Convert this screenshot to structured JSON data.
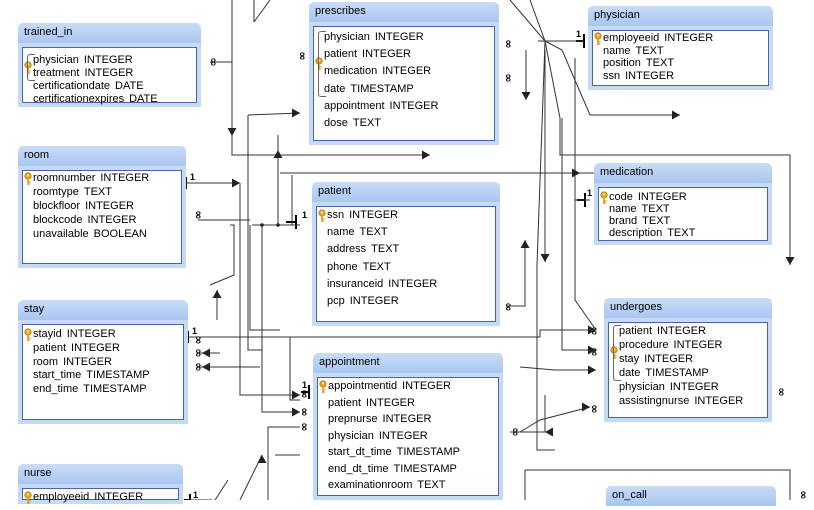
{
  "colors": {
    "accent": "#3e6aa8",
    "header": "#b7cff4",
    "key": "#f0a818"
  },
  "tables": [
    {
      "id": "trained_in",
      "name": "trained_in",
      "key_icon": "key-icon",
      "columns": [
        {
          "name": "physician",
          "type": "INTEGER",
          "pk": true
        },
        {
          "name": "treatment",
          "type": "INTEGER",
          "pk": true
        },
        {
          "name": "certificationdate",
          "type": "DATE",
          "pk": false
        },
        {
          "name": "certificationexpires",
          "type": "DATE",
          "pk": false
        }
      ]
    },
    {
      "id": "prescribes",
      "name": "prescribes",
      "key_icon": "key-icon",
      "columns": [
        {
          "name": "physician",
          "type": "INTEGER",
          "pk": true
        },
        {
          "name": "patient",
          "type": "INTEGER",
          "pk": true
        },
        {
          "name": "medication",
          "type": "INTEGER",
          "pk": true
        },
        {
          "name": "date",
          "type": "TIMESTAMP",
          "pk": true
        },
        {
          "name": "appointment",
          "type": "INTEGER",
          "pk": false
        },
        {
          "name": "dose",
          "type": "TEXT",
          "pk": false
        }
      ]
    },
    {
      "id": "physician",
      "name": "physician",
      "key_icon": "key-icon",
      "columns": [
        {
          "name": "employeeid",
          "type": "INTEGER",
          "pk": true
        },
        {
          "name": "name",
          "type": "TEXT",
          "pk": false
        },
        {
          "name": "position",
          "type": "TEXT",
          "pk": false
        },
        {
          "name": "ssn",
          "type": "INTEGER",
          "pk": false
        }
      ]
    },
    {
      "id": "room",
      "name": "room",
      "key_icon": "key-icon",
      "columns": [
        {
          "name": "roomnumber",
          "type": "INTEGER",
          "pk": true
        },
        {
          "name": "roomtype",
          "type": "TEXT",
          "pk": false
        },
        {
          "name": "blockfloor",
          "type": "INTEGER",
          "pk": false
        },
        {
          "name": "blockcode",
          "type": "INTEGER",
          "pk": false
        },
        {
          "name": "unavailable",
          "type": "BOOLEAN",
          "pk": false
        }
      ]
    },
    {
      "id": "medication",
      "name": "medication",
      "key_icon": "key-icon",
      "columns": [
        {
          "name": "code",
          "type": "INTEGER",
          "pk": true
        },
        {
          "name": "name",
          "type": "TEXT",
          "pk": false
        },
        {
          "name": "brand",
          "type": "TEXT",
          "pk": false
        },
        {
          "name": "description",
          "type": "TEXT",
          "pk": false
        }
      ]
    },
    {
      "id": "patient",
      "name": "patient",
      "key_icon": "key-icon",
      "columns": [
        {
          "name": "ssn",
          "type": "INTEGER",
          "pk": true
        },
        {
          "name": "name",
          "type": "TEXT",
          "pk": false
        },
        {
          "name": "address",
          "type": "TEXT",
          "pk": false
        },
        {
          "name": "phone",
          "type": "TEXT",
          "pk": false
        },
        {
          "name": "insuranceid",
          "type": "INTEGER",
          "pk": false
        },
        {
          "name": "pcp",
          "type": "INTEGER",
          "pk": false
        }
      ]
    },
    {
      "id": "stay",
      "name": "stay",
      "key_icon": "key-icon",
      "columns": [
        {
          "name": "stayid",
          "type": "INTEGER",
          "pk": true
        },
        {
          "name": "patient",
          "type": "INTEGER",
          "pk": false
        },
        {
          "name": "room",
          "type": "INTEGER",
          "pk": false
        },
        {
          "name": "start_time",
          "type": "TIMESTAMP",
          "pk": false
        },
        {
          "name": "end_time",
          "type": "TIMESTAMP",
          "pk": false
        }
      ]
    },
    {
      "id": "undergoes",
      "name": "undergoes",
      "key_icon": "key-icon",
      "columns": [
        {
          "name": "patient",
          "type": "INTEGER",
          "pk": true
        },
        {
          "name": "procedure",
          "type": "INTEGER",
          "pk": true
        },
        {
          "name": "stay",
          "type": "INTEGER",
          "pk": true
        },
        {
          "name": "date",
          "type": "TIMESTAMP",
          "pk": true
        },
        {
          "name": "physician",
          "type": "INTEGER",
          "pk": false
        },
        {
          "name": "assistingnurse",
          "type": "INTEGER",
          "pk": false
        }
      ]
    },
    {
      "id": "appointment",
      "name": "appointment",
      "key_icon": "key-icon",
      "columns": [
        {
          "name": "appointmentid",
          "type": "INTEGER",
          "pk": true
        },
        {
          "name": "patient",
          "type": "INTEGER",
          "pk": false
        },
        {
          "name": "prepnurse",
          "type": "INTEGER",
          "pk": false
        },
        {
          "name": "physician",
          "type": "INTEGER",
          "pk": false
        },
        {
          "name": "start_dt_time",
          "type": "TIMESTAMP",
          "pk": false
        },
        {
          "name": "end_dt_time",
          "type": "TIMESTAMP",
          "pk": false
        },
        {
          "name": "examinationroom",
          "type": "TEXT",
          "pk": false
        }
      ]
    },
    {
      "id": "nurse",
      "name": "nurse",
      "key_icon": "key-icon",
      "columns": [
        {
          "name": "employeeid",
          "type": "INTEGER",
          "pk": true
        }
      ]
    },
    {
      "id": "on_call",
      "name": "on_call",
      "key_icon": "key-icon",
      "columns": []
    }
  ],
  "cardinality": {
    "one": "1",
    "many": "∞"
  }
}
